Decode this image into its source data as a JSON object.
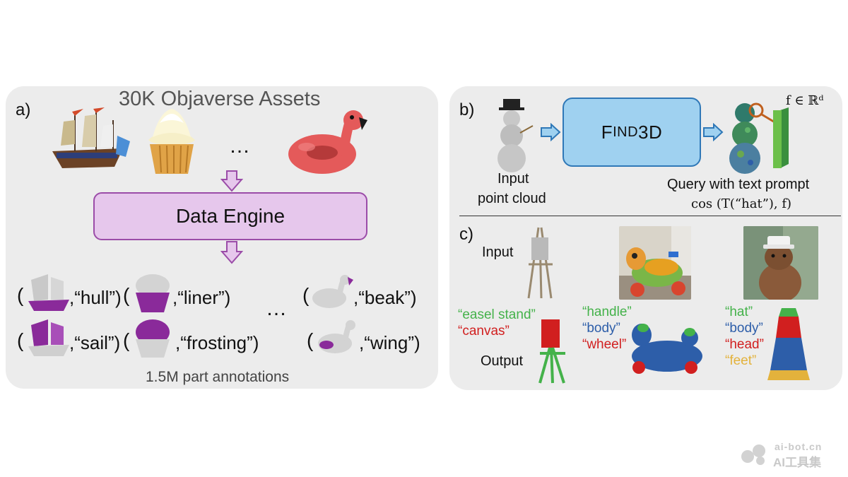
{
  "panel_a": {
    "label": "a)",
    "title": "30K Objaverse Assets",
    "ellipsis": "…",
    "engine_label": "Data Engine",
    "annotations": {
      "hull": ",“hull”)",
      "sail": ",“sail”)",
      "liner": ",“liner”)",
      "frosting": ",“frosting”)",
      "beak": ",“beak”)",
      "wing": ",“wing”)"
    },
    "open_paren": "(",
    "middle_dots": "…",
    "footer": "1.5M part annotations",
    "colors": {
      "engine_fill": "#e6c7ec",
      "engine_border": "#9b4ca8",
      "arrow": "#9b4ca8",
      "part_highlight": "#8a2a9a"
    }
  },
  "panel_b": {
    "label": "b)",
    "input_line1": "Input",
    "input_line2": "point cloud",
    "model_prefix": "F",
    "model_small": "IND",
    "model_suffix": "3D",
    "query_text": "Query with text prompt",
    "query_math": "cos (T(“hat”), f)",
    "feature_math": "f ∈ ℝᵈ",
    "colors": {
      "box_fill": "#9fd1f0",
      "box_border": "#2f78b7",
      "arrow": "#2f78b7",
      "feature_bar": "#4caf50",
      "circle": "#c0601e"
    }
  },
  "panel_c": {
    "label": "c)",
    "row_input": "Input",
    "row_output": "Output",
    "easel": [
      "“easel stand”",
      "“canvas”"
    ],
    "toy": [
      "“handle”",
      "“body”",
      "“wheel”"
    ],
    "capybara": [
      "“hat”",
      "“body”",
      "“head”",
      "“feet”"
    ],
    "colors": {
      "green": "#44b24a",
      "blue": "#2d5ea9",
      "red": "#d11f1f",
      "gold": "#e3b23c"
    }
  },
  "watermark": {
    "line1": "ai-bot.cn",
    "line2": "AI工具集"
  }
}
